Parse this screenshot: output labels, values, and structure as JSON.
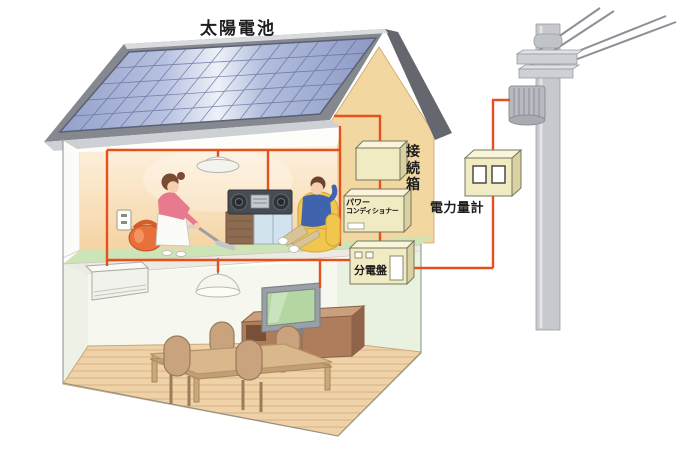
{
  "illustration": {
    "labels": {
      "solar_panel": "太陽電池",
      "junction_box": "接続箱",
      "power_conditioner_line1": "パワー",
      "power_conditioner_line2": "コンディショナー",
      "distribution_board": "分電盤",
      "power_meter": "電力量計"
    },
    "colors": {
      "wire_red": "#e6501e",
      "solar_panel_blue": "#a9b4d7",
      "roof_gray": "#85898f",
      "gable_tan": "#f3d7a0",
      "carpet_green": "#cde4b6",
      "wood_floor": "#efd2a8",
      "equipment_cream": "#f1ebc4",
      "armchair_yellow": "#f0c64e",
      "vacuum_orange": "#e8703a",
      "tv_screen_green": "#b4d6a2"
    }
  }
}
